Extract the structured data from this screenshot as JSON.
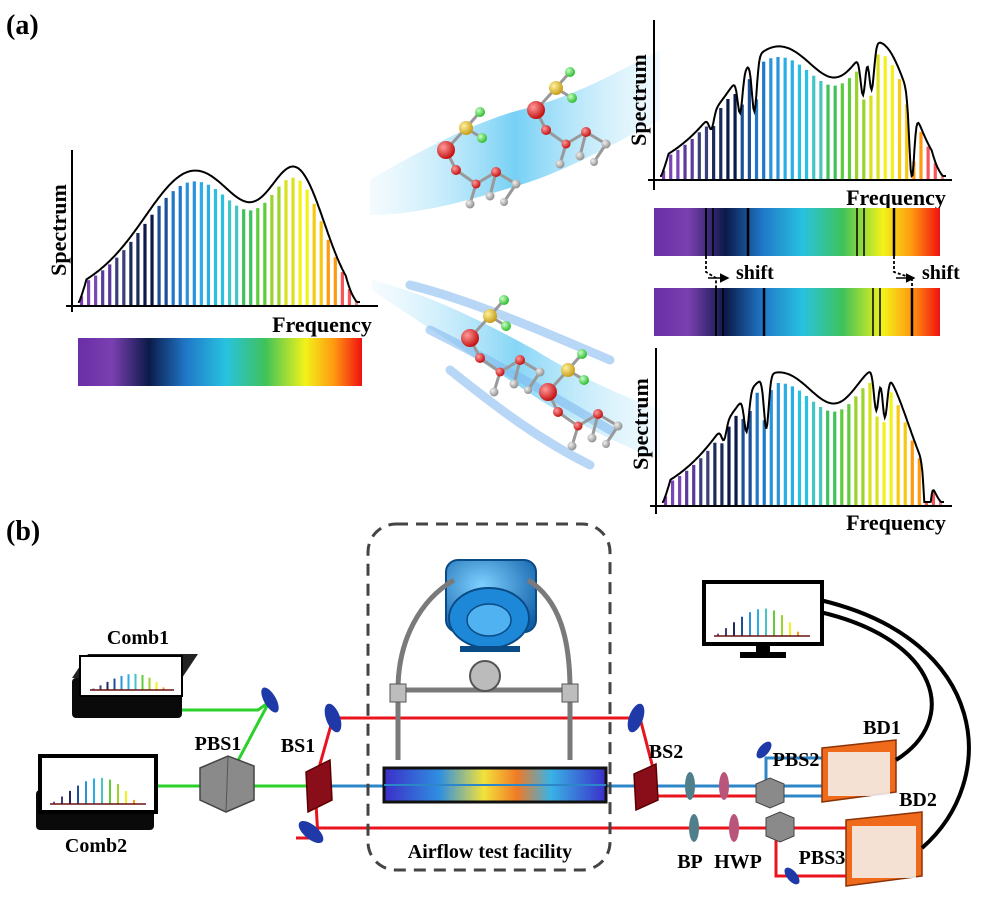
{
  "panel_a": {
    "panel_label": "(a)",
    "left_spectrum": {
      "ylabel": "Spectrum",
      "xlabel": "Frequency"
    },
    "top_right_spectrum": {
      "ylabel": "Spectrum",
      "xlabel": "Frequency"
    },
    "bottom_right_spectrum": {
      "ylabel": "Spectrum",
      "xlabel": "Frequency"
    },
    "shift_left_label": "shift",
    "shift_right_label": "shift"
  },
  "panel_b": {
    "panel_label": "(b)",
    "comb1_label": "Comb1",
    "comb2_label": "Comb2",
    "pbs1_label": "PBS1",
    "bs1_label": "BS1",
    "bs2_label": "BS2",
    "pbs2_label": "PBS2",
    "pbs3_label": "PBS3",
    "bd1_label": "BD1",
    "bd2_label": "BD2",
    "bp_label": "BP",
    "hwp_label": "HWP",
    "facility_label": "Airflow test facility"
  },
  "colors": {
    "red_beam": "#e8141e",
    "green_beam": "#2bd12b",
    "blue_beam": "#2c86c8",
    "detector": "#ef6a1a",
    "motor": "#2a8fd6"
  }
}
